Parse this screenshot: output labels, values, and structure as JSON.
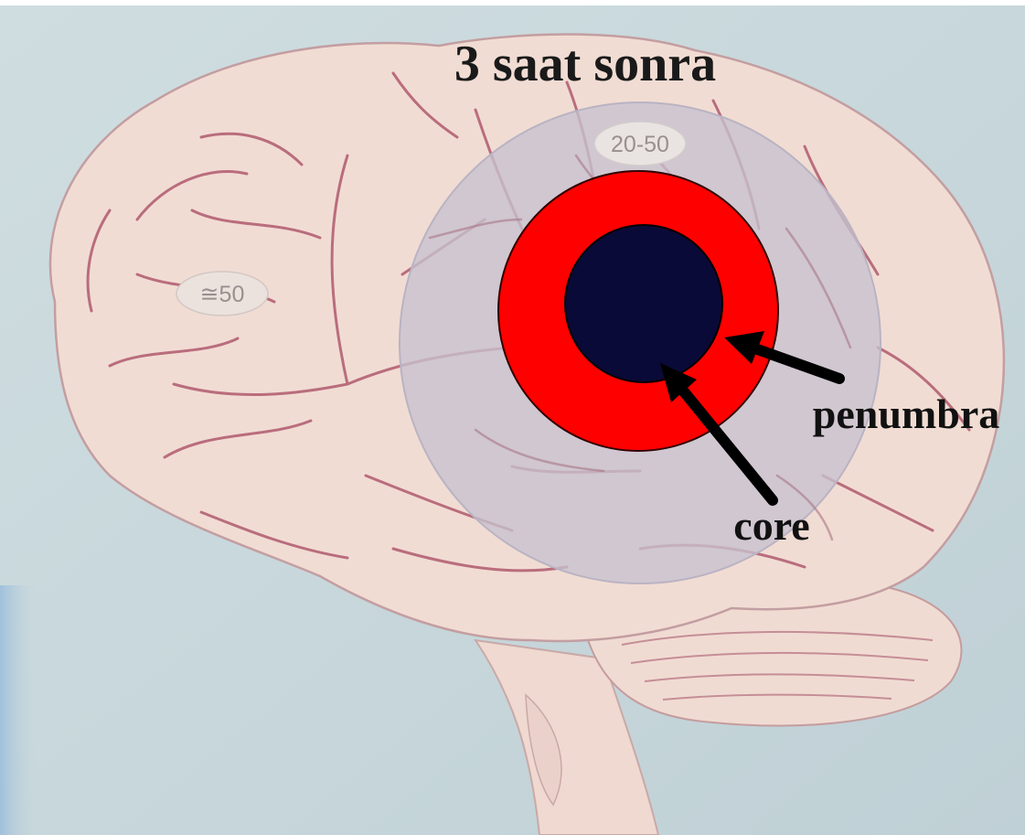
{
  "title": "3 saat sonra",
  "badges": {
    "outer_zone": "20-50",
    "healthy_tissue": "≅50"
  },
  "labels": {
    "penumbra": "penumbra",
    "core": "core"
  },
  "colors": {
    "background": "#c9d8dc",
    "brain": "#f1dcd3",
    "sulci": "#b46a7a",
    "outer_zone": "#c7c1d0",
    "penumbra": "#ff0000",
    "core": "#0a0a38",
    "arrow": "#000000"
  }
}
